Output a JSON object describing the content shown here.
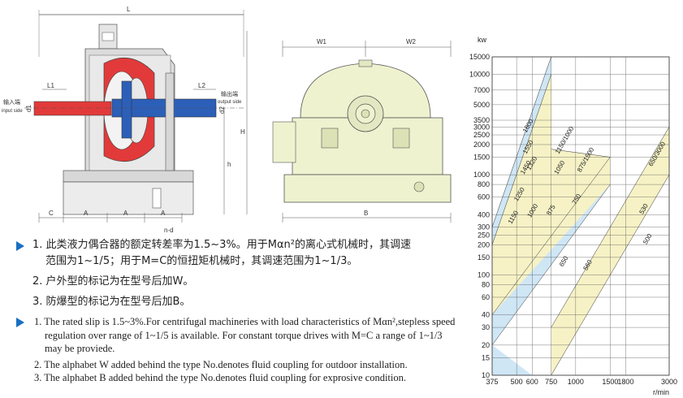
{
  "drawing1": {
    "dims": {
      "L": "L",
      "L1": "L1",
      "L2": "L2",
      "H": "H",
      "h": "h",
      "C": "C",
      "A1": "A",
      "A2": "A",
      "A3": "A",
      "d1": "d1",
      "d2": "d2",
      "nd": "n-d"
    },
    "input_cn": "输入端",
    "input_en": "input side",
    "output_cn": "输出端",
    "output_en": "output side"
  },
  "drawing2": {
    "dims": {
      "W1": "W1",
      "W2": "W2",
      "B": "B"
    }
  },
  "notes_cn": [
    "1. 此类液力偶合器的额定转差率为1.5~3%。用于Mαn²的离心式机械时，其调速",
    "范围为1~1/5；用于M=C的恒扭矩机械时，其调速范围为1~1/3。",
    "2. 户外型的标记为在型号后加W。",
    "3. 防爆型的标记为在型号后加B。"
  ],
  "notes_en": [
    "1. The rated slip is 1.5~3%.For centrifugal machineries with load characteristics of Mαn²,stepless speed",
    "regulation over  range of 1~1/5 is available. For constant torque drives with M=C a range of 1~1/3",
    "may be proviede.",
    "2. The alphabet W added behind the type No.denotes  fluid coupling for outdoor installation.",
    "3. The alphabet B added behind the type No.denotes fluid coupling for exprosive condition."
  ],
  "chart_data": {
    "type": "area",
    "ylabel": "kw",
    "xlabel": "r/min",
    "x_scale": "log",
    "y_scale": "log",
    "xlim": [
      375,
      3000
    ],
    "ylim": [
      10,
      15000
    ],
    "x_ticks": [
      {
        "v": 375,
        "label": "375"
      },
      {
        "v": 500,
        "label": "500"
      },
      {
        "v": 600,
        "label": "600"
      },
      {
        "v": 750,
        "label": "750"
      },
      {
        "v": 1000,
        "label": "1000"
      },
      {
        "v": 1500,
        "label": "1500"
      },
      {
        "v": 1800,
        "label": "1800"
      },
      {
        "v": 3000,
        "label": "3000"
      }
    ],
    "y_ticks": [
      {
        "v": 15000,
        "label": "15000"
      },
      {
        "v": 10000,
        "label": "10000"
      },
      {
        "v": 7000,
        "label": "7000"
      },
      {
        "v": 5000,
        "label": "5000"
      },
      {
        "v": 3500,
        "label": "3500"
      },
      {
        "v": 3000,
        "label": "3000"
      },
      {
        "v": 2500,
        "label": "2500"
      },
      {
        "v": 2000,
        "label": "2000"
      },
      {
        "v": 1500,
        "label": "1500"
      },
      {
        "v": 1000,
        "label": "1000"
      },
      {
        "v": 800,
        "label": "800"
      },
      {
        "v": 600,
        "label": "600"
      },
      {
        "v": 400,
        "label": "400"
      },
      {
        "v": 300,
        "label": "300"
      },
      {
        "v": 250,
        "label": "250"
      },
      {
        "v": 200,
        "label": "200"
      },
      {
        "v": 150,
        "label": "150"
      },
      {
        "v": 100,
        "label": "100"
      },
      {
        "v": 80,
        "label": "80"
      },
      {
        "v": 60,
        "label": "60"
      },
      {
        "v": 40,
        "label": "40"
      },
      {
        "v": 30,
        "label": "30"
      },
      {
        "v": 20,
        "label": "20"
      },
      {
        "v": 15,
        "label": "15"
      },
      {
        "v": 10,
        "label": "10"
      }
    ],
    "grid": true,
    "bands": [
      {
        "color": "#cfe6f5",
        "poly": [
          [
            375,
            200
          ],
          [
            375,
            300
          ],
          [
            750,
            15000
          ],
          [
            750,
            10000
          ]
        ]
      },
      {
        "color": "#cfe6f5",
        "poly": [
          [
            375,
            20
          ],
          [
            375,
            40
          ],
          [
            1500,
            1500
          ],
          [
            1500,
            800
          ]
        ]
      },
      {
        "color": "#f6f2c6",
        "poly": [
          [
            375,
            40
          ],
          [
            375,
            200
          ],
          [
            750,
            10000
          ],
          [
            750,
            1800
          ],
          [
            1500,
            1500
          ],
          [
            1500,
            800
          ]
        ]
      },
      {
        "color": "#f6f2c6",
        "poly": [
          [
            750,
            10
          ],
          [
            750,
            30
          ],
          [
            3000,
            3000
          ],
          [
            3000,
            1000
          ]
        ]
      },
      {
        "color": "#cfe6f5",
        "poly": [
          [
            375,
            10
          ],
          [
            375,
            20
          ],
          [
            600,
            10
          ]
        ]
      }
    ],
    "labels": [
      {
        "text": "1800",
        "x": 560,
        "y": 2600
      },
      {
        "text": "1550",
        "x": 560,
        "y": 1600
      },
      {
        "text": "1450",
        "x": 545,
        "y": 1000
      },
      {
        "text": "1320",
        "x": 585,
        "y": 1100
      },
      {
        "text": "1250",
        "x": 505,
        "y": 540
      },
      {
        "text": "1150",
        "x": 470,
        "y": 320
      },
      {
        "text": "1000",
        "x": 590,
        "y": 370
      },
      {
        "text": "1150/1000",
        "x": 820,
        "y": 1600
      },
      {
        "text": "1050",
        "x": 810,
        "y": 1000
      },
      {
        "text": "875/1500",
        "x": 1060,
        "y": 1050
      },
      {
        "text": "875",
        "x": 740,
        "y": 390
      },
      {
        "text": "750",
        "x": 1000,
        "y": 500
      },
      {
        "text": "650",
        "x": 860,
        "y": 120
      },
      {
        "text": "560",
        "x": 1140,
        "y": 110
      },
      {
        "text": "650/3000",
        "x": 2450,
        "y": 1200
      },
      {
        "text": "530",
        "x": 2200,
        "y": 400
      },
      {
        "text": "500",
        "x": 2300,
        "y": 200
      }
    ]
  }
}
